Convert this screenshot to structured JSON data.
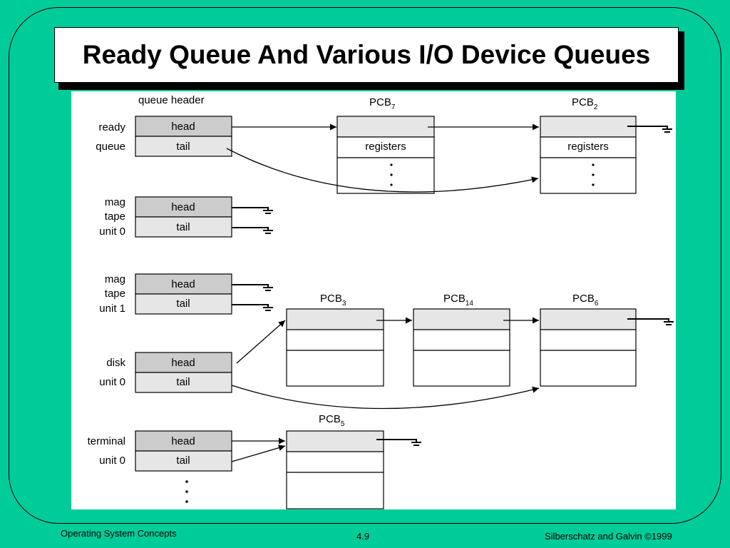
{
  "slide": {
    "title": "Ready Queue And Various I/O Device Queues",
    "background_color": "#00cc99"
  },
  "diagram": {
    "queue_header_label": "queue header",
    "head_label": "head",
    "tail_label": "tail",
    "registers_label": "registers",
    "queues": [
      {
        "label_lines": [
          "ready",
          "queue"
        ]
      },
      {
        "label_lines": [
          "mag",
          "tape",
          "unit 0"
        ]
      },
      {
        "label_lines": [
          "mag",
          "tape",
          "unit 1"
        ]
      },
      {
        "label_lines": [
          "disk",
          "unit 0"
        ]
      },
      {
        "label_lines": [
          "terminal",
          "unit 0"
        ]
      }
    ],
    "pcbs": [
      {
        "base": "PCB",
        "sub": "7"
      },
      {
        "base": "PCB",
        "sub": "2"
      },
      {
        "base": "PCB",
        "sub": "3"
      },
      {
        "base": "PCB",
        "sub": "14"
      },
      {
        "base": "PCB",
        "sub": "6"
      },
      {
        "base": "PCB",
        "sub": "5"
      }
    ]
  },
  "footer": {
    "left": "Operating System Concepts",
    "center": "4.9",
    "right": "Silberschatz and Galvin ©1999"
  }
}
